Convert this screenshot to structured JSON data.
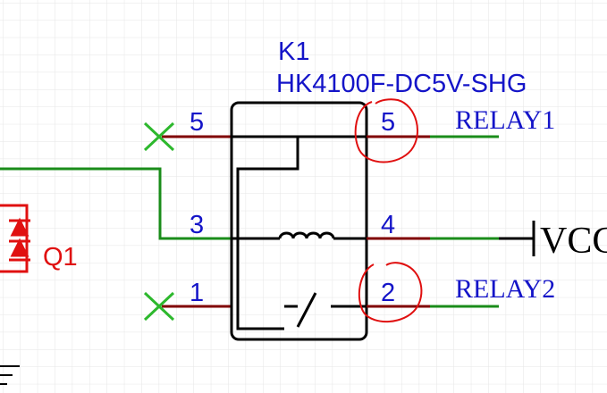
{
  "component": {
    "designator": "K1",
    "part_number": "HK4100F-DC5V-SHG"
  },
  "pins": {
    "left_top": "5",
    "left_middle": "3",
    "left_bottom": "1",
    "right_top": "5",
    "right_middle": "4",
    "right_bottom": "2"
  },
  "nets": {
    "relay1": "RELAY1",
    "vcc": "VCC",
    "relay2": "RELAY2"
  },
  "transistor": {
    "designator": "Q1"
  },
  "colors": {
    "background": "#ffffff",
    "grid": "#e6e6e6",
    "component_outline": "#000000",
    "pin_line": "#800000",
    "wire": "#1a8c1a",
    "pin_number": "#1414c8",
    "net_label": "#1414c8",
    "no_connect": "#2db82d",
    "annotation_circle": "#e01010",
    "transistor": "#e01010"
  }
}
